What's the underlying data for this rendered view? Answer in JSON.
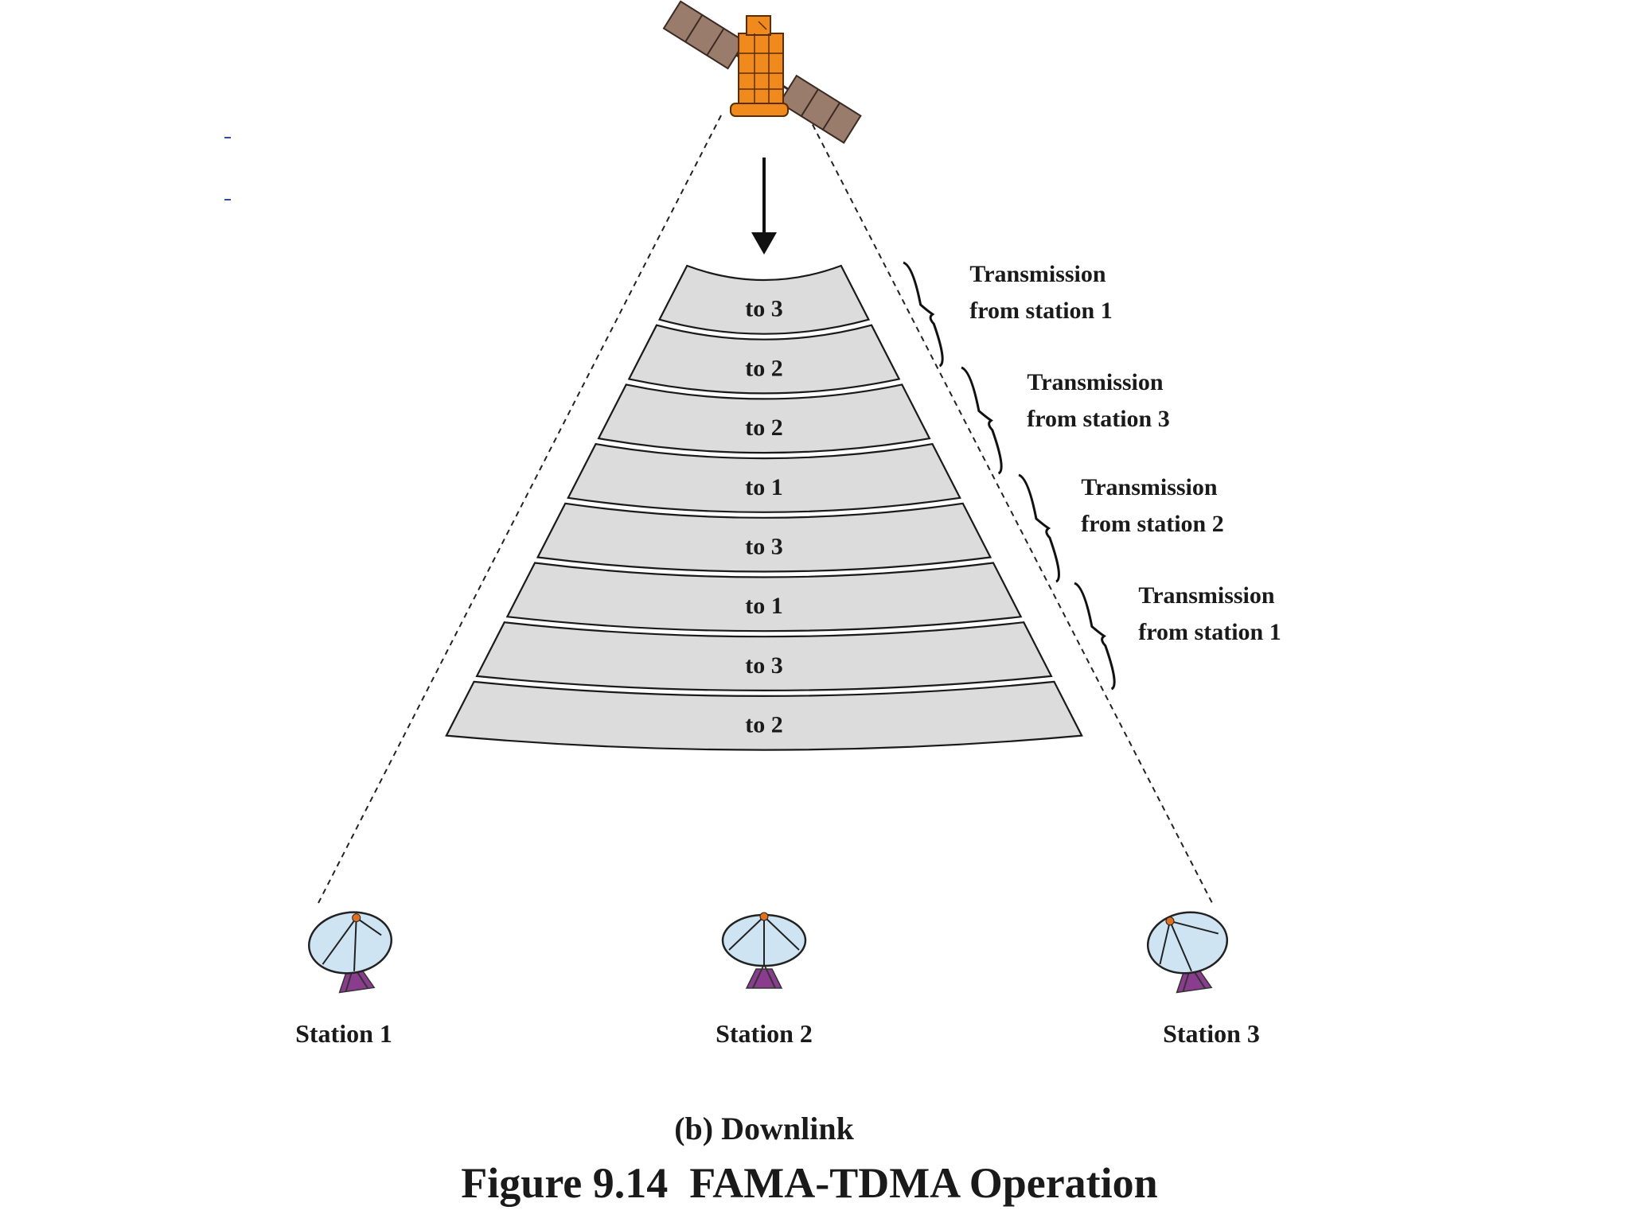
{
  "figure": {
    "subcaption": "(b) Downlink",
    "caption": "Figure 9.14  FAMA-TDMA Operation"
  },
  "slots": [
    {
      "label": "to 3"
    },
    {
      "label": "to 2"
    },
    {
      "label": "to 2"
    },
    {
      "label": "to 1"
    },
    {
      "label": "to 3"
    },
    {
      "label": "to 1"
    },
    {
      "label": "to 3"
    },
    {
      "label": "to 2"
    }
  ],
  "groups": [
    {
      "line1": "Transmission",
      "line2": "from station 1"
    },
    {
      "line1": "Transmission",
      "line2": "from station 3"
    },
    {
      "line1": "Transmission",
      "line2": "from station 2"
    },
    {
      "line1": "Transmission",
      "line2": "from station 1"
    }
  ],
  "stations": [
    {
      "label": "Station 1"
    },
    {
      "label": "Station 2"
    },
    {
      "label": "Station 3"
    }
  ],
  "colors": {
    "slot_fill": "#dcdcdc",
    "slot_stroke": "#1a1a1a",
    "satellite_body": "#f08a1c",
    "solar_panel": "#9a7c6c",
    "dish_fill": "#cfe4f2",
    "dish_base": "#8a3c8e"
  }
}
